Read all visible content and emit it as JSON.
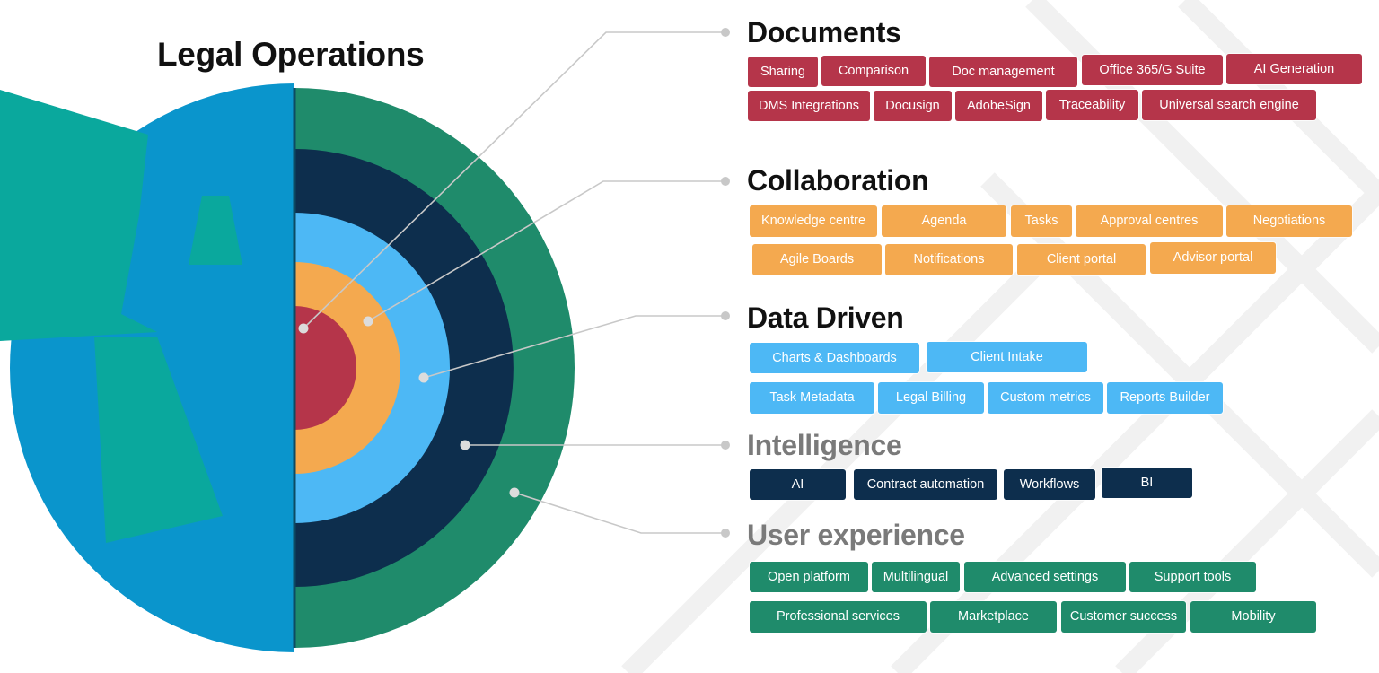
{
  "title": "Legal Operations",
  "colors": {
    "documents": "#b5354a",
    "collaboration": "#f4a94f",
    "data_driven": "#4db8f5",
    "intelligence": "#0d2e4d",
    "user_experience": "#1f8b6b",
    "left_half": "#0a95cc",
    "left_shapes": "#0aa89d",
    "title_dark": "#111111",
    "title_gray": "#7a7a7a"
  },
  "sections": [
    {
      "id": "documents",
      "title": "Documents",
      "tags": [
        "Sharing",
        "Comparison",
        "Doc management",
        "Office 365/G Suite",
        "AI Generation",
        "DMS Integrations",
        "Docusign",
        "AdobeSign",
        "Traceability",
        "Universal search engine"
      ]
    },
    {
      "id": "collaboration",
      "title": "Collaboration",
      "tags": [
        "Knowledge centre",
        "Agenda",
        "Tasks",
        "Approval centres",
        "Negotiations",
        "Agile Boards",
        "Notifications",
        "Client portal",
        "Advisor portal"
      ]
    },
    {
      "id": "data_driven",
      "title": "Data Driven",
      "tags": [
        "Charts & Dashboards",
        "Client Intake",
        "Task Metadata",
        "Legal Billing",
        "Custom metrics",
        "Reports Builder"
      ]
    },
    {
      "id": "intelligence",
      "title": "Intelligence",
      "tags": [
        "AI",
        "Contract automation",
        "Workflows",
        "BI"
      ]
    },
    {
      "id": "user_experience",
      "title": "User experience",
      "tags": [
        "Open platform",
        "Multilingual",
        "Advanced settings",
        "Support tools",
        "Professional services",
        "Marketplace",
        "Customer success",
        "Mobility"
      ]
    }
  ]
}
